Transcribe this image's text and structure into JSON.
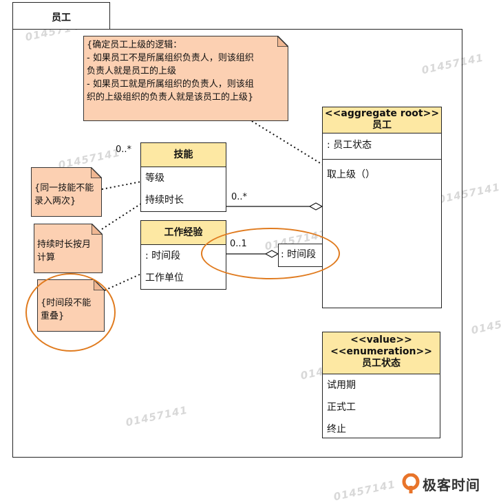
{
  "package": {
    "title": "员工"
  },
  "classes": {
    "employee": {
      "stereotype": "<<aggregate root>>",
      "name": "员工",
      "attribute": ": 员工状态",
      "operation": "取上级（）",
      "part_attribute": ": 时间段"
    },
    "skill": {
      "name": "技能",
      "attrs": [
        "等级",
        "持续时长"
      ]
    },
    "work_experience": {
      "name": "工作经验",
      "attrs": [
        ": 时间段",
        "工作单位"
      ]
    },
    "employee_status": {
      "stereotypes": [
        "<<value>>",
        "<<enumeration>>"
      ],
      "name": "员工状态",
      "literals": [
        "试用期",
        "正式工",
        "终止"
      ]
    }
  },
  "notes": {
    "superior_logic": [
      "{确定员工上级的逻辑：",
      "- 如果员工不是所属组织负责人，则该组织",
      "负责人就是员工的上级",
      "- 如果员工就是所属组织的负责人，则该组",
      "织的上级组织的负责人就是该员工的上级}"
    ],
    "skill_unique": [
      "{同一技能不能",
      "录入两次}"
    ],
    "duration_month": [
      "持续时长按月",
      "计算"
    ],
    "period_no_overlap": [
      "{时间段不能",
      "重叠}"
    ]
  },
  "multiplicities": {
    "skill_top": "0..*",
    "skill_employee": "0..*",
    "experience_employee": "0..1"
  },
  "watermark": "01457141",
  "brand": {
    "text": "极客时间"
  },
  "colors": {
    "class_header": "#fde8a3",
    "note_fill": "#fcd0b2",
    "highlight_ellipse": "#e07b1f",
    "brand_logo": "#e8742a"
  }
}
